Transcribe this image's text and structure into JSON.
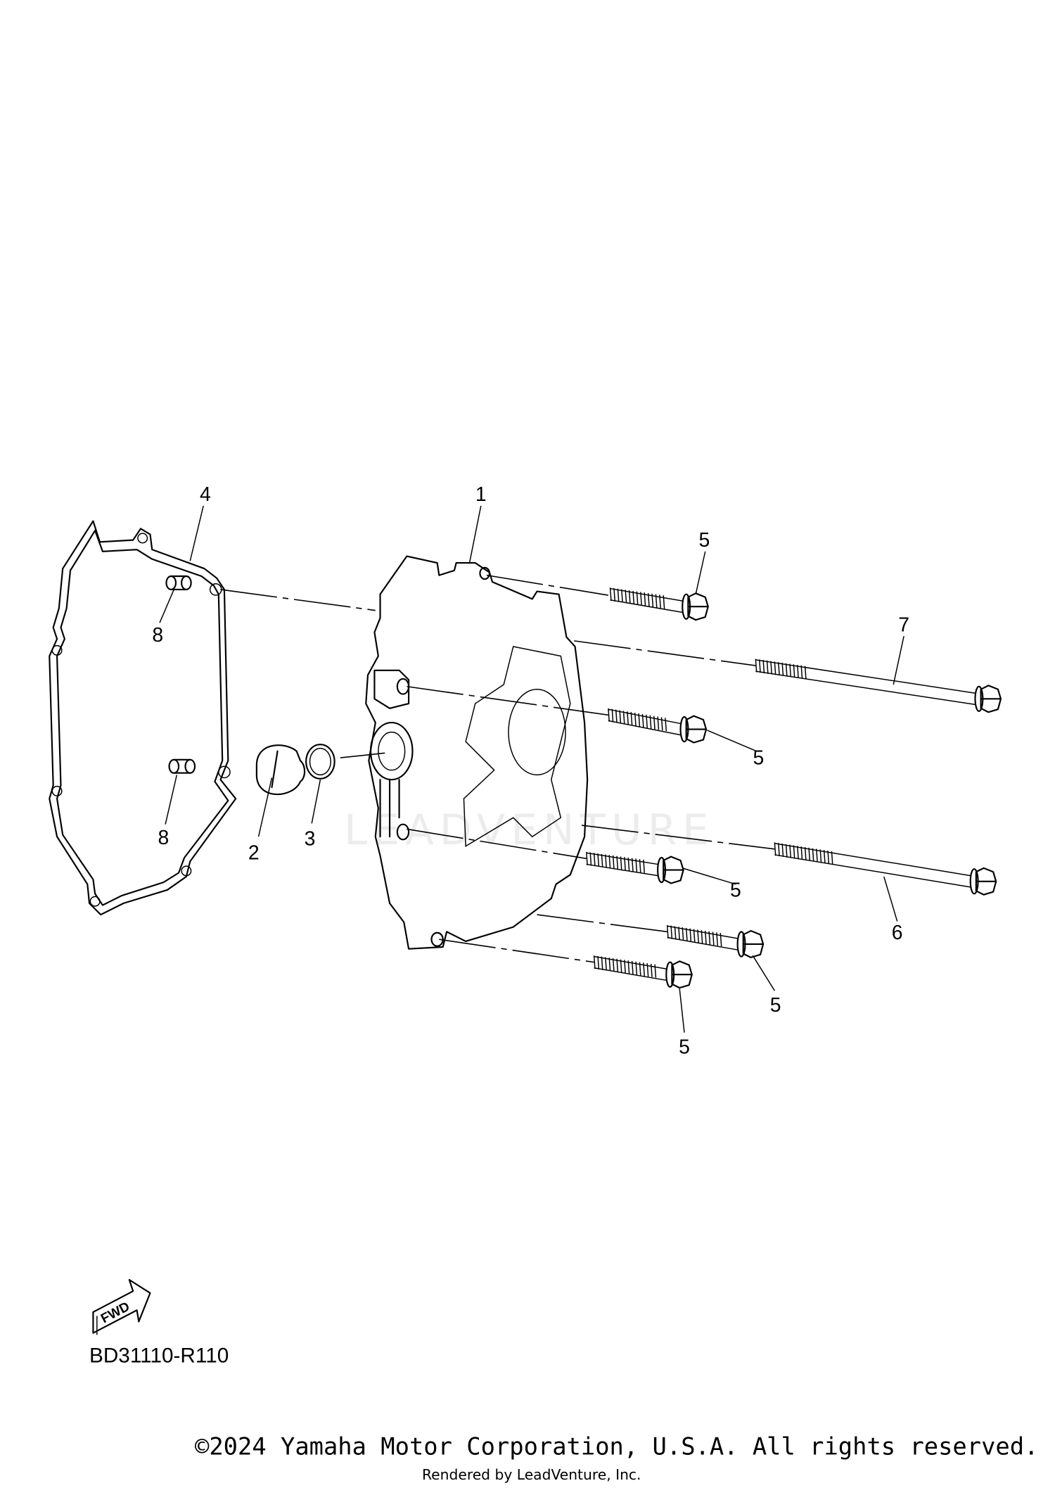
{
  "diagram": {
    "callouts": [
      {
        "number": "4"
      },
      {
        "number": "1"
      },
      {
        "number": "5"
      },
      {
        "number": "7"
      },
      {
        "number": "8"
      },
      {
        "number": "5"
      },
      {
        "number": "2"
      },
      {
        "number": "3"
      },
      {
        "number": "8"
      },
      {
        "number": "5"
      },
      {
        "number": "6"
      },
      {
        "number": "5"
      },
      {
        "number": "5"
      }
    ],
    "fwd_label": "FWD",
    "diagram_code": "BD31110-R110",
    "watermark": "LEADVENTURE"
  },
  "footer": {
    "copyright": "©2024 Yamaha Motor Corporation, U.S.A. All rights reserved.",
    "rendered_by": "Rendered by LeadVenture, Inc."
  }
}
